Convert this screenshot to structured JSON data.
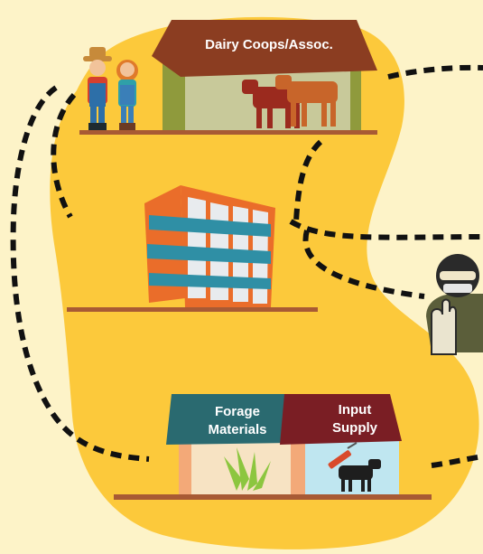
{
  "diagram": {
    "nodes": {
      "dairy_coop": {
        "label": "Dairy Coops/Assoc."
      },
      "forage": {
        "label_lines": [
          "Forage",
          "Materials"
        ]
      },
      "input_supply": {
        "label_lines": [
          "Input",
          "Supply"
        ]
      }
    },
    "icons": [
      "farmer-couple-icon",
      "cows-icon",
      "office-building-icon",
      "masked-person-stop-icon",
      "grass-icon",
      "syringe-icon",
      "cow-icon"
    ],
    "colors": {
      "background": "#fdf3c8",
      "blob": "#fcc93b",
      "roof_brown": "#8b3d21",
      "shelf": "#a85a34",
      "building_orange": "#ea6d2a",
      "building_teal": "#2f8fa5",
      "forage_roof": "#2a6a70",
      "input_roof": "#7a1e24",
      "dashes": "#111111"
    }
  }
}
